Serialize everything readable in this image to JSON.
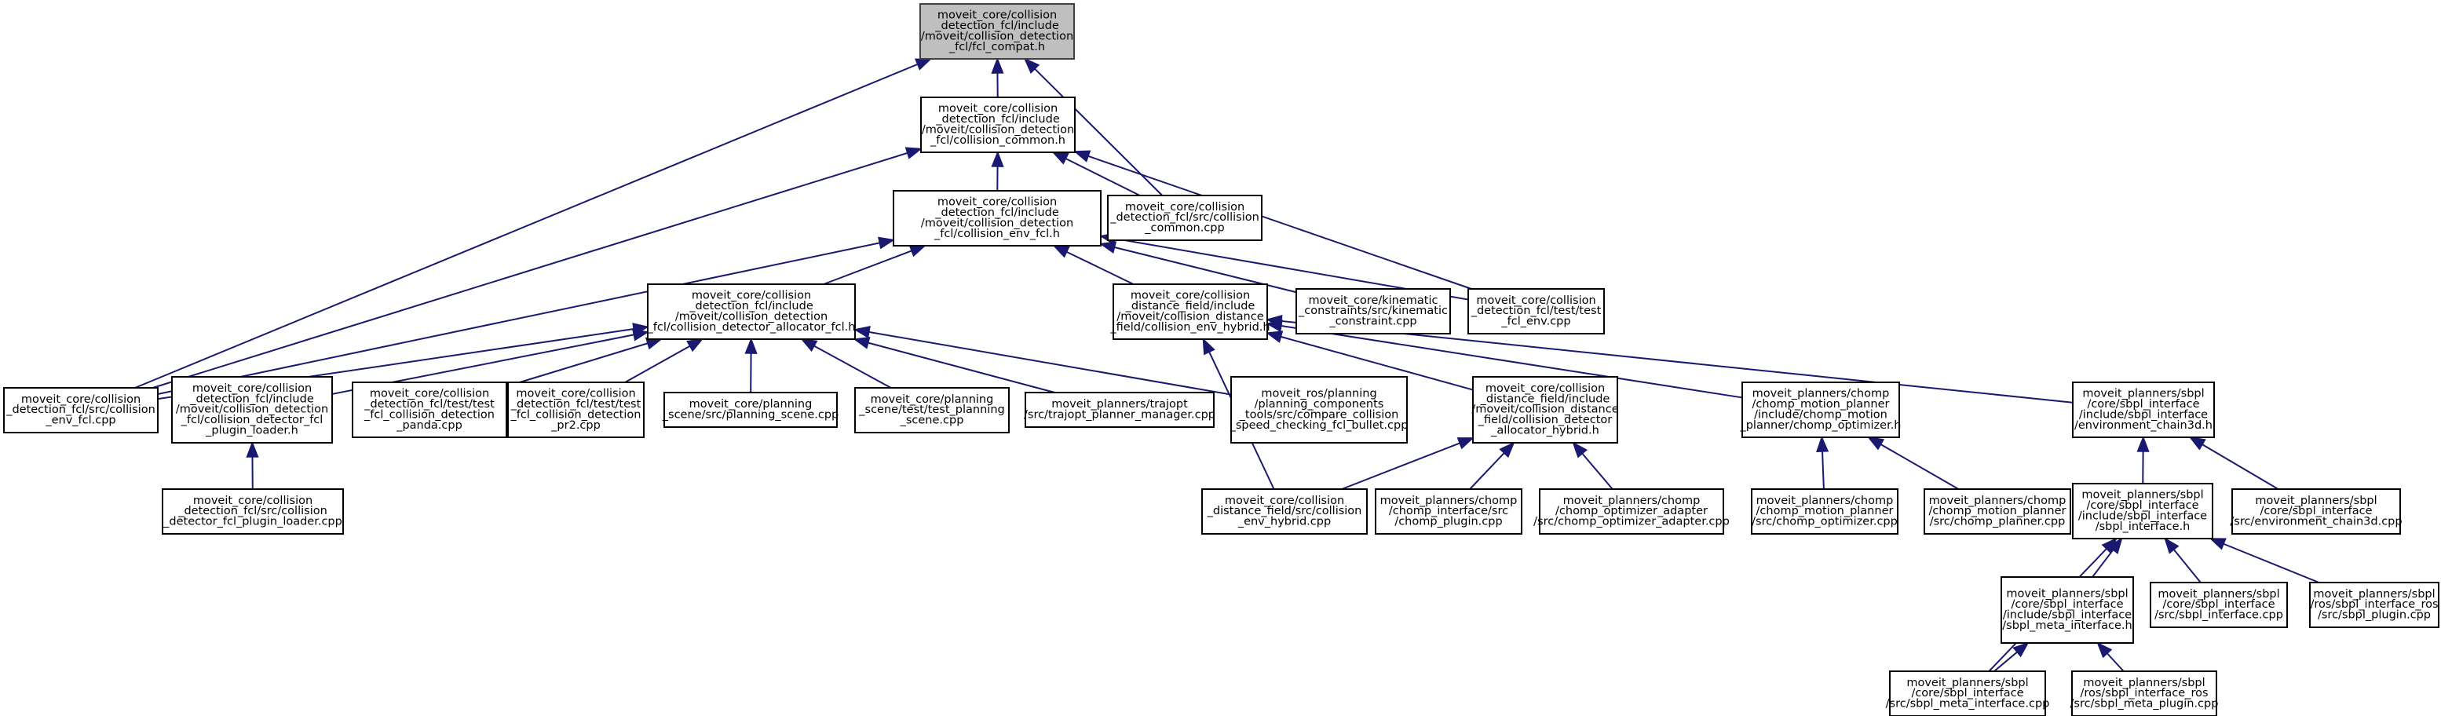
{
  "graph": {
    "nodes": [
      {
        "id": "n1",
        "lines": [
          "moveit_core/collision",
          "_detection_fcl/include",
          "/moveit/collision_detection",
          "_fcl/fcl_compat.h"
        ],
        "root": true
      },
      {
        "id": "n2",
        "lines": [
          "moveit_core/collision",
          "_detection_fcl/include",
          "/moveit/collision_detection",
          "_fcl/collision_common.h"
        ]
      },
      {
        "id": "n3",
        "lines": [
          "moveit_core/collision",
          "_detection_fcl/include",
          "/moveit/collision_detection",
          "_fcl/collision_env_fcl.h"
        ]
      },
      {
        "id": "n4",
        "lines": [
          "moveit_core/collision",
          "_detection_fcl/src/collision",
          "_common.cpp"
        ]
      },
      {
        "id": "n5",
        "lines": [
          "moveit_core/collision",
          "_detection_fcl/include",
          "/moveit/collision_detection",
          "_fcl/collision_detector_allocator_fcl.h"
        ]
      },
      {
        "id": "n6",
        "lines": [
          "moveit_core/collision",
          "_distance_field/include",
          "/moveit/collision_distance",
          "_field/collision_env_hybrid.h"
        ]
      },
      {
        "id": "n7",
        "lines": [
          "moveit_core/kinematic",
          "_constraints/src/kinematic",
          "_constraint.cpp"
        ]
      },
      {
        "id": "n8",
        "lines": [
          "moveit_core/collision",
          "_detection_fcl/test/test",
          "_fcl_env.cpp"
        ]
      },
      {
        "id": "n9",
        "lines": [
          "moveit_core/collision",
          "_detection_fcl/src/collision",
          "_env_fcl.cpp"
        ]
      },
      {
        "id": "n10",
        "lines": [
          "moveit_core/collision",
          "_detection_fcl/include",
          "/moveit/collision_detection",
          "_fcl/collision_detector_fcl",
          "_plugin_loader.h"
        ]
      },
      {
        "id": "n11",
        "lines": [
          "moveit_core/collision",
          "_detection_fcl/test/test",
          "_fcl_collision_detection",
          "_panda.cpp"
        ]
      },
      {
        "id": "n12",
        "lines": [
          "moveit_core/collision",
          "_detection_fcl/test/test",
          "_fcl_collision_detection",
          "_pr2.cpp"
        ]
      },
      {
        "id": "n13",
        "lines": [
          "moveit_core/planning",
          "_scene/src/planning_scene.cpp"
        ]
      },
      {
        "id": "n14",
        "lines": [
          "moveit_core/planning",
          "_scene/test/test_planning",
          "_scene.cpp"
        ]
      },
      {
        "id": "n15",
        "lines": [
          "moveit_planners/trajopt",
          "/src/trajopt_planner_manager.cpp"
        ]
      },
      {
        "id": "n16",
        "lines": [
          "moveit_ros/planning",
          "/planning_components",
          "_tools/src/compare_collision",
          "_speed_checking_fcl_bullet.cpp"
        ]
      },
      {
        "id": "n17",
        "lines": [
          "moveit_core/collision",
          "_distance_field/include",
          "/moveit/collision_distance",
          "_field/collision_detector",
          "_allocator_hybrid.h"
        ]
      },
      {
        "id": "n18",
        "lines": [
          "moveit_planners/chomp",
          "/chomp_motion_planner",
          "/include/chomp_motion",
          "_planner/chomp_optimizer.h"
        ]
      },
      {
        "id": "n19",
        "lines": [
          "moveit_planners/sbpl",
          "/core/sbpl_interface",
          "/include/sbpl_interface",
          "/environment_chain3d.h"
        ]
      },
      {
        "id": "n20",
        "lines": [
          "moveit_core/collision",
          "_detection_fcl/src/collision",
          "_detector_fcl_plugin_loader.cpp"
        ]
      },
      {
        "id": "n21",
        "lines": [
          "moveit_core/collision",
          "_distance_field/src/collision",
          "_env_hybrid.cpp"
        ]
      },
      {
        "id": "n22",
        "lines": [
          "moveit_planners/chomp",
          "/chomp_interface/src",
          "/chomp_plugin.cpp"
        ]
      },
      {
        "id": "n23",
        "lines": [
          "moveit_planners/chomp",
          "/chomp_optimizer_adapter",
          "/src/chomp_optimizer_adapter.cpp"
        ]
      },
      {
        "id": "n24",
        "lines": [
          "moveit_planners/chomp",
          "/chomp_motion_planner",
          "/src/chomp_optimizer.cpp"
        ]
      },
      {
        "id": "n25",
        "lines": [
          "moveit_planners/chomp",
          "/chomp_motion_planner",
          "/src/chomp_planner.cpp"
        ]
      },
      {
        "id": "n26",
        "lines": [
          "moveit_planners/sbpl",
          "/core/sbpl_interface",
          "/include/sbpl_interface",
          "/sbpl_interface.h"
        ]
      },
      {
        "id": "n27",
        "lines": [
          "moveit_planners/sbpl",
          "/core/sbpl_interface",
          "/src/environment_chain3d.cpp"
        ]
      },
      {
        "id": "n28",
        "lines": [
          "moveit_planners/sbpl",
          "/core/sbpl_interface",
          "/include/sbpl_interface",
          "/sbpl_meta_interface.h"
        ]
      },
      {
        "id": "n29",
        "lines": [
          "moveit_planners/sbpl",
          "/core/sbpl_interface",
          "/src/sbpl_interface.cpp"
        ]
      },
      {
        "id": "n30",
        "lines": [
          "moveit_planners/sbpl",
          "/ros/sbpl_interface_ros",
          "/src/sbpl_plugin.cpp"
        ]
      },
      {
        "id": "n31",
        "lines": [
          "moveit_planners/sbpl",
          "/core/sbpl_interface",
          "/src/sbpl_meta_interface.cpp"
        ]
      },
      {
        "id": "n32",
        "lines": [
          "moveit_planners/sbpl",
          "/ros/sbpl_interface_ros",
          "/src/sbpl_meta_plugin.cpp"
        ]
      }
    ],
    "edges": [
      {
        "from": "n1",
        "to": "n2"
      },
      {
        "from": "n1",
        "to": "n4"
      },
      {
        "from": "n1",
        "to": "n9"
      },
      {
        "from": "n2",
        "to": "n3"
      },
      {
        "from": "n2",
        "to": "n4"
      },
      {
        "from": "n2",
        "to": "n9"
      },
      {
        "from": "n2",
        "to": "n8"
      },
      {
        "from": "n3",
        "to": "n5"
      },
      {
        "from": "n3",
        "to": "n6"
      },
      {
        "from": "n3",
        "to": "n7"
      },
      {
        "from": "n3",
        "to": "n8"
      },
      {
        "from": "n3",
        "to": "n9"
      },
      {
        "from": "n5",
        "to": "n9"
      },
      {
        "from": "n5",
        "to": "n10"
      },
      {
        "from": "n5",
        "to": "n11"
      },
      {
        "from": "n5",
        "to": "n12"
      },
      {
        "from": "n5",
        "to": "n13"
      },
      {
        "from": "n5",
        "to": "n14"
      },
      {
        "from": "n5",
        "to": "n15"
      },
      {
        "from": "n5",
        "to": "n16"
      },
      {
        "from": "n6",
        "to": "n17"
      },
      {
        "from": "n6",
        "to": "n18"
      },
      {
        "from": "n6",
        "to": "n19"
      },
      {
        "from": "n6",
        "to": "n21"
      },
      {
        "from": "n10",
        "to": "n20"
      },
      {
        "from": "n17",
        "to": "n21"
      },
      {
        "from": "n17",
        "to": "n22"
      },
      {
        "from": "n17",
        "to": "n23"
      },
      {
        "from": "n18",
        "to": "n24"
      },
      {
        "from": "n18",
        "to": "n25"
      },
      {
        "from": "n19",
        "to": "n26"
      },
      {
        "from": "n19",
        "to": "n27"
      },
      {
        "from": "n26",
        "to": "n28"
      },
      {
        "from": "n26",
        "to": "n29"
      },
      {
        "from": "n26",
        "to": "n30"
      },
      {
        "from": "n26",
        "to": "n31"
      },
      {
        "from": "n28",
        "to": "n31"
      },
      {
        "from": "n28",
        "to": "n32"
      }
    ],
    "colors": {
      "edge": "#191970",
      "node_border": "#000000",
      "root_fill": "#bfbfbf",
      "node_fill": "#ffffff"
    }
  }
}
